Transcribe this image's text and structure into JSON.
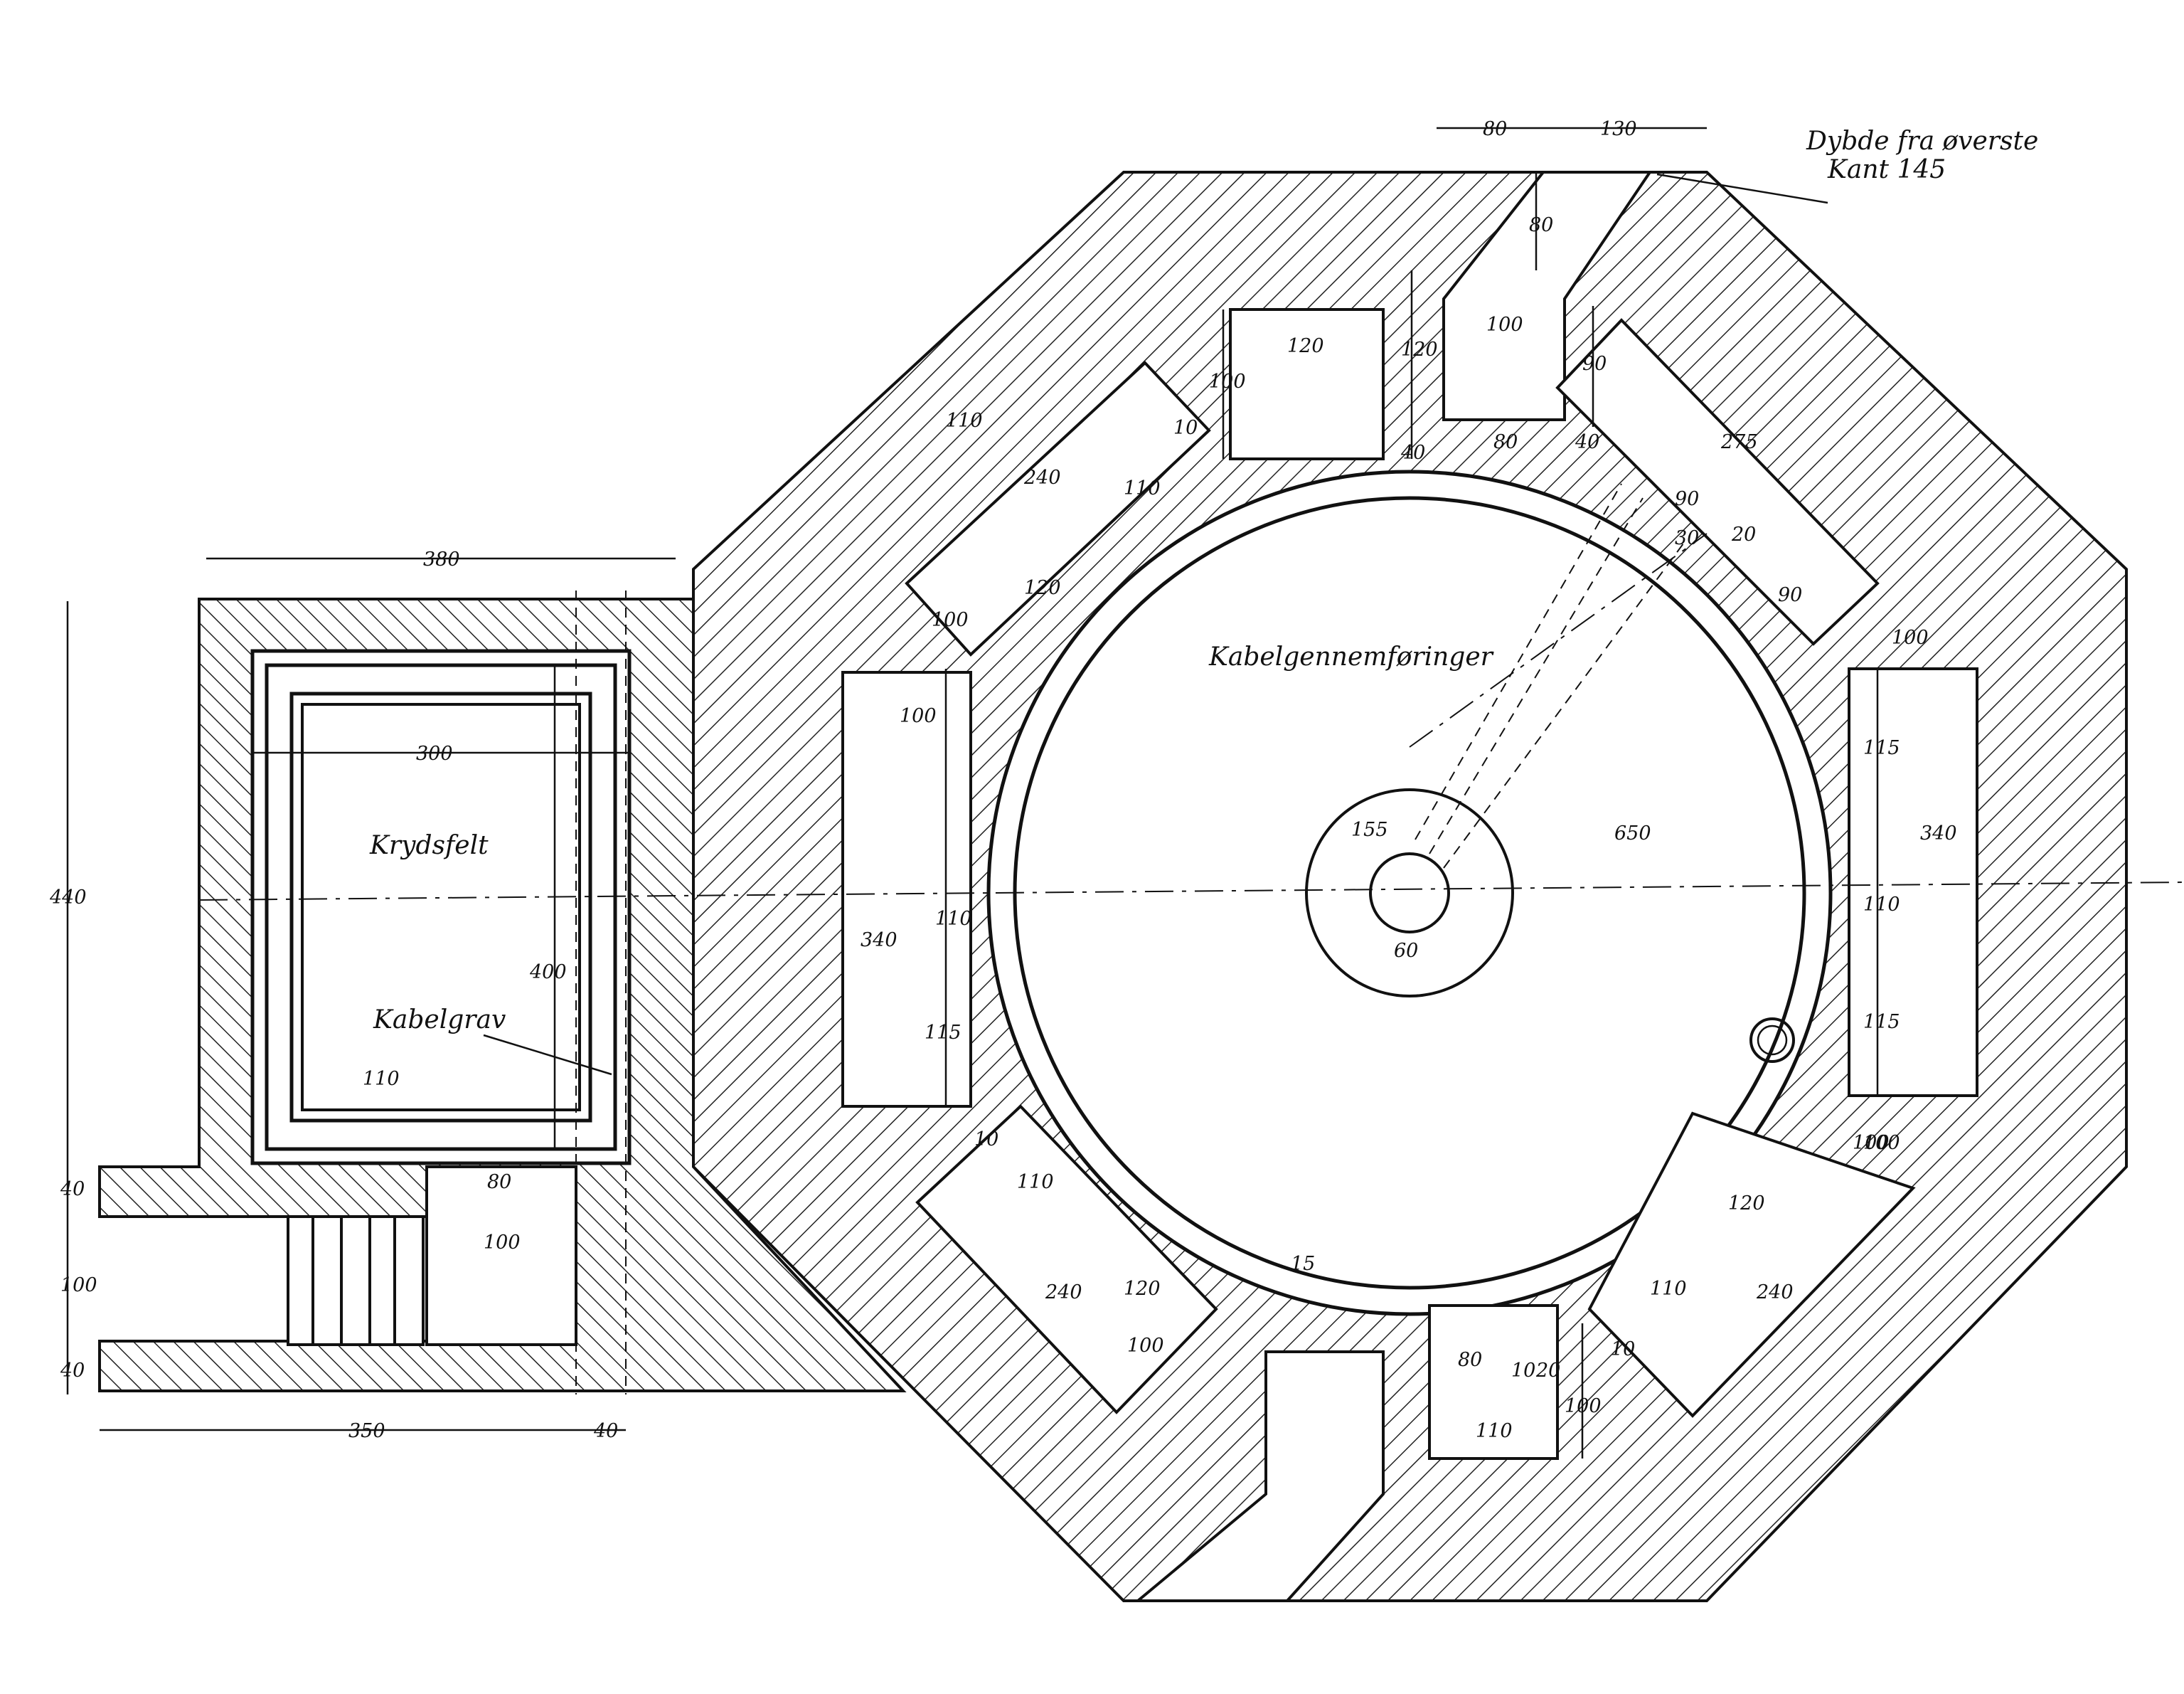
{
  "labels": {
    "krydsfelt": "Krydsfelt",
    "kabelgrav": "Kabelgrav",
    "kabelgennemfoeringer": "Kabelgennemføringer",
    "depth_line1": "Dybde fra øverste",
    "depth_line2": "Kant  145"
  },
  "dimensions": {
    "d380": "380",
    "d440": "440",
    "d300": "300",
    "d400": "400",
    "d110_grav": "110",
    "d80_left": "80",
    "d100_left": "100",
    "d40_a": "40",
    "d100_side": "100",
    "d40_b": "40",
    "d350": "350",
    "d40_bottom": "40",
    "d80_top": "80",
    "d130_top": "130",
    "d80_vert": "80",
    "d100_top": "100",
    "d120_top": "120",
    "d120_vert": "120",
    "d100_vert": "100",
    "d90_vert": "90",
    "d10_a": "10",
    "d40_c": "40",
    "d80_mid": "80",
    "d40_d": "40",
    "d275": "275",
    "d90_a": "90",
    "d30": "30",
    "d20_a": "20",
    "d90_b": "90",
    "d110_a": "110",
    "d240_a": "240",
    "d110_b": "110",
    "d120_a": "120",
    "d100_a": "100",
    "d100_b": "100",
    "d100_c": "100",
    "d110_c": "110",
    "d340_left": "340",
    "d115_a": "115",
    "d115_b": "115",
    "d340_right": "340",
    "d110_d": "110",
    "d115_c": "115",
    "d100_d": "100",
    "d155": "155",
    "d60": "60",
    "d650": "650",
    "d10_b": "10",
    "d110_e": "110",
    "d120_b": "120",
    "d240_b": "240",
    "d100_e": "100",
    "d100_f": "100",
    "d120_c": "120",
    "d110_f": "110",
    "d240_c": "240",
    "d10_c": "10",
    "d15": "15",
    "d80_bot": "80",
    "d10_d": "10",
    "d20_b": "20",
    "d100_g": "100",
    "d110_g": "110"
  }
}
